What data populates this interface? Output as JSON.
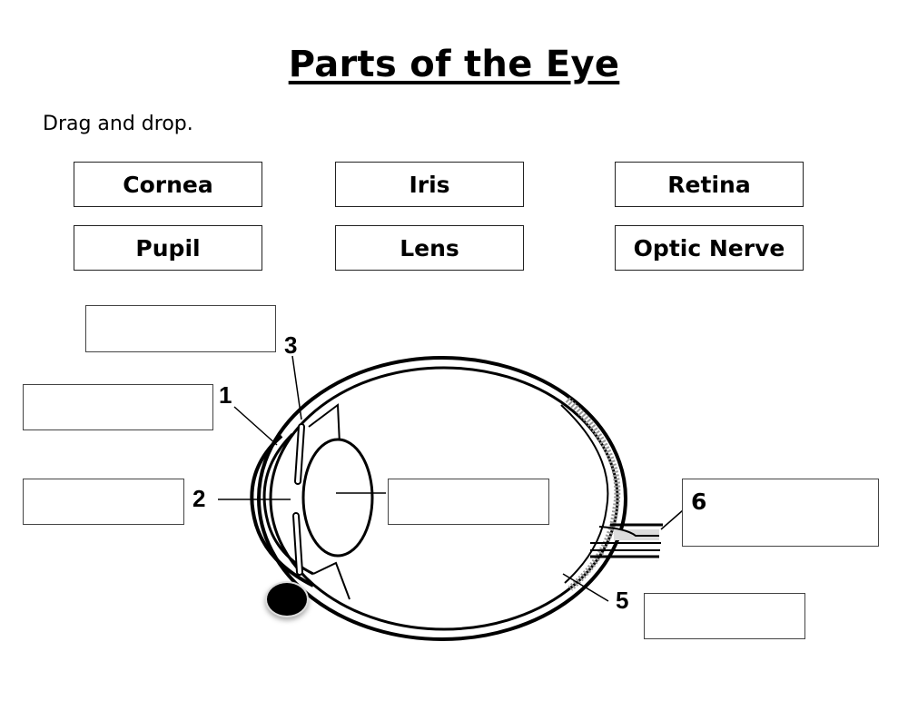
{
  "title": "Parts of the Eye",
  "instructions": "Drag and drop.",
  "word_bank": [
    {
      "label": "Cornea"
    },
    {
      "label": "Iris"
    },
    {
      "label": "Retina"
    },
    {
      "label": "Pupil"
    },
    {
      "label": "Lens"
    },
    {
      "label": "Optic Nerve"
    }
  ],
  "diagram_markers": [
    "1",
    "2",
    "3",
    "5"
  ],
  "answer_boxes": [
    {
      "id": "box-3",
      "text": ""
    },
    {
      "id": "box-1",
      "text": ""
    },
    {
      "id": "box-2",
      "text": ""
    },
    {
      "id": "box-lens",
      "text": ""
    },
    {
      "id": "box-6",
      "text": "6"
    },
    {
      "id": "box-5",
      "text": ""
    }
  ]
}
